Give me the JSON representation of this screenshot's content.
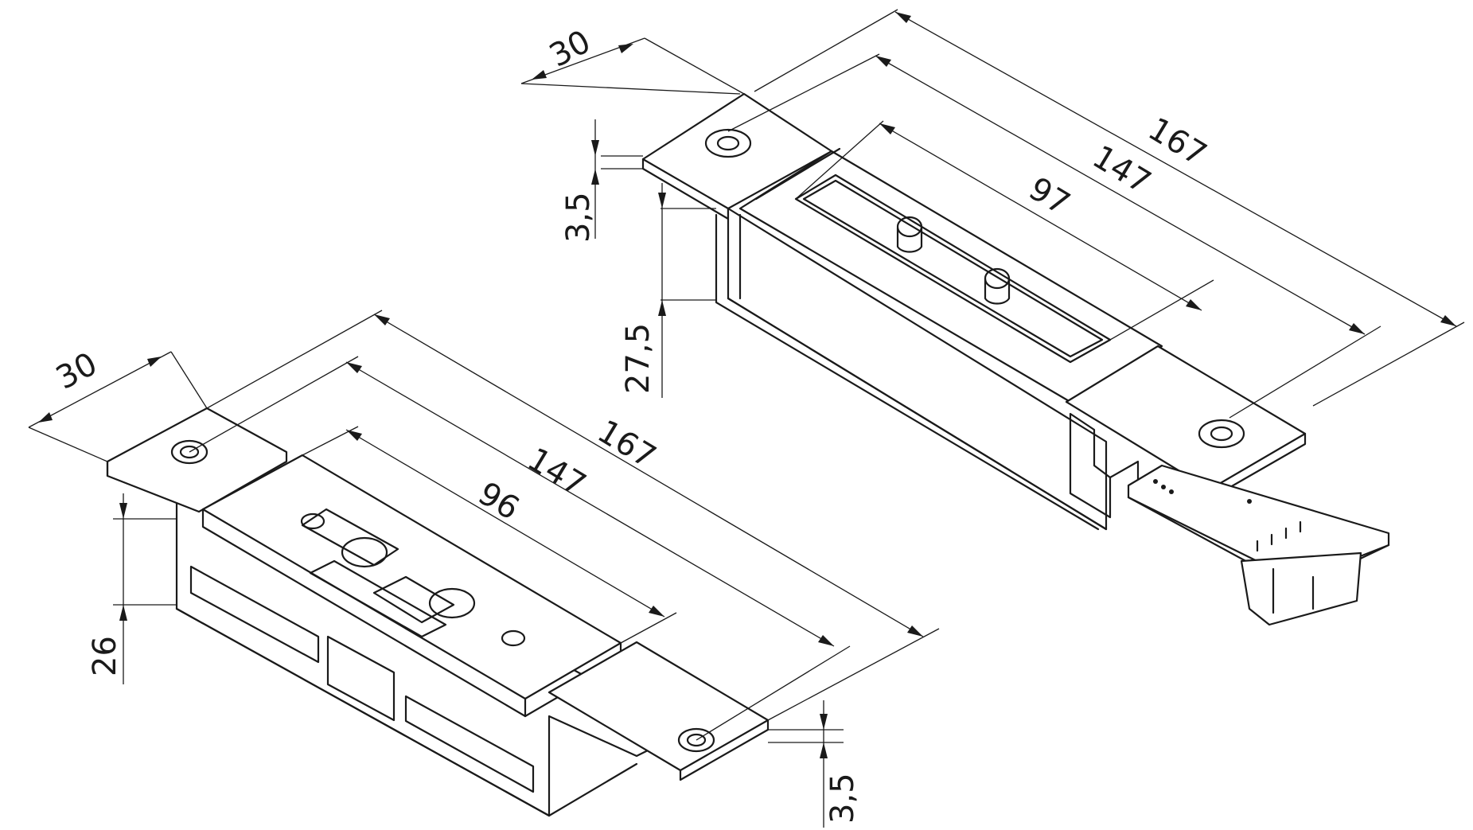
{
  "colors": {
    "line": "#1a1a1a",
    "background": "#ffffff"
  },
  "left_part": {
    "width_label": "30",
    "overall_length_label": "167",
    "hole_spacing_label": "147",
    "plate_length_label": "96",
    "height_label": "26",
    "flange_thickness_label": "3,5"
  },
  "right_part": {
    "width_label": "30",
    "overall_length_label": "167",
    "hole_spacing_label": "147",
    "window_length_label": "97",
    "flange_thickness_label": "3,5",
    "height_label": "27,5"
  }
}
